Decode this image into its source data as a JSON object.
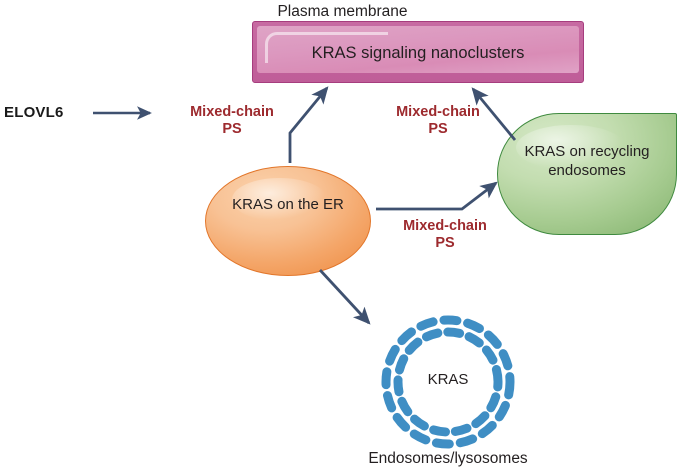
{
  "diagram": {
    "title": "ELOVL6 mixed-chain PS KRAS trafficking diagram",
    "colors": {
      "plasma_membrane_fill": "#d98cb6",
      "plasma_membrane_border": "#a63d7e",
      "er_fill": "#f4a669",
      "er_border": "#e2762a",
      "recycling_endosome_fill": "#a6cb90",
      "recycling_endosome_border": "#3f8a3f",
      "lysosome_dash": "#3f8ec4",
      "arrow": "#3f5170",
      "label_red": "#9d2a2e",
      "text_dark": "#231f20"
    }
  },
  "plasma_membrane": {
    "caption": "Plasma membrane",
    "bar_label": "KRAS signaling nanoclusters"
  },
  "enzyme": {
    "label": "ELOVL6"
  },
  "lipid_labels": {
    "left": "Mixed-chain\nPS",
    "middle": "Mixed-chain\nPS",
    "right": "Mixed-chain\nPS"
  },
  "compartments": {
    "er": {
      "label": "KRAS on\nthe ER"
    },
    "recycling_endosome": {
      "label": "KRAS on\nrecycling\nendosomes"
    },
    "lysosome": {
      "inner_label": "KRAS",
      "caption": "Endosomes/lysosomes"
    }
  }
}
